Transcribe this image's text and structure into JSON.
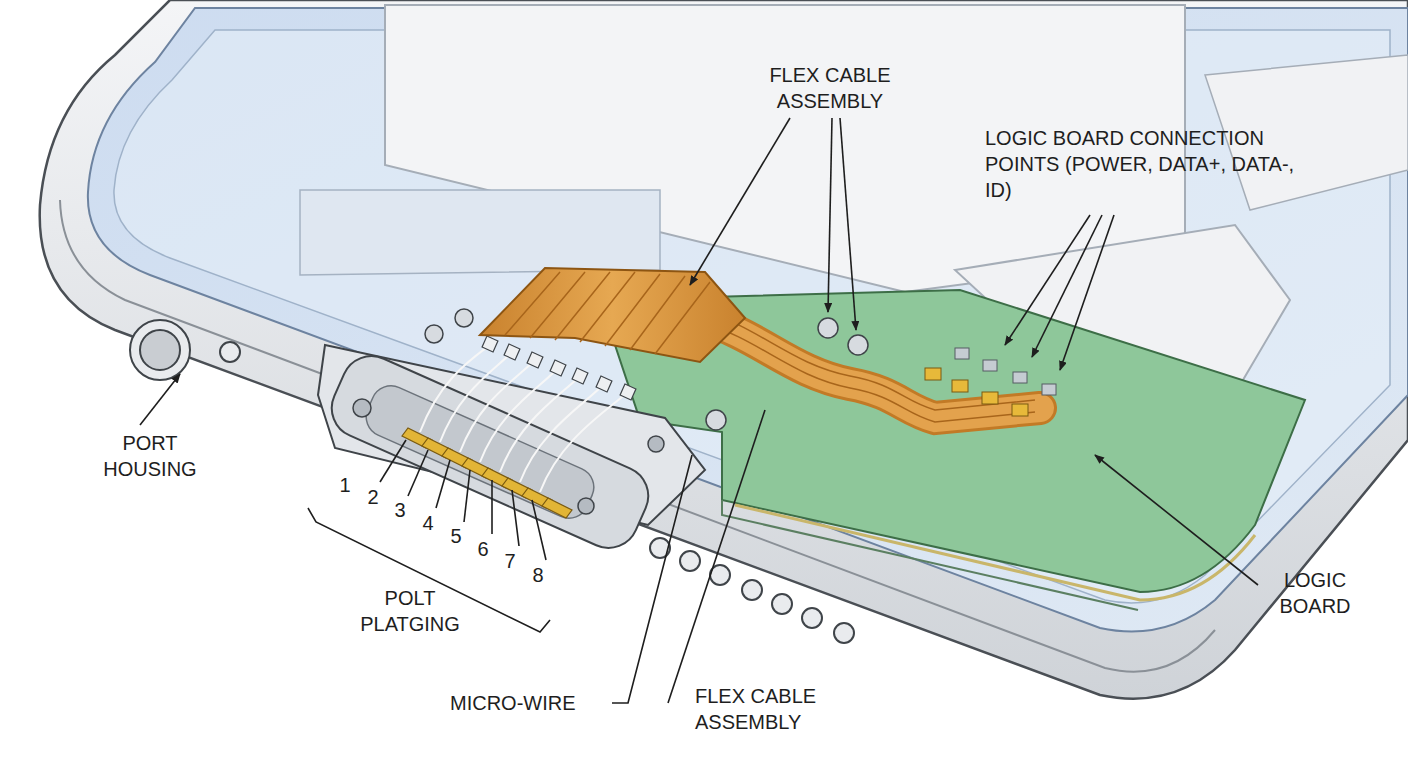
{
  "diagram": {
    "labels": [
      "FLEX CABLE ASSEMBLY",
      "LOGIC BOARD CONNECTION POINTS (POWER, DATA+, DATA-, ID)",
      "PORT HOUSING",
      "1",
      "2",
      "3",
      "4",
      "5",
      "6",
      "7",
      "8",
      "POLT PLATGING",
      "MICRO-WIRE",
      "FLEX CABLE ASSEMBLY",
      "LOGIC BOARD"
    ]
  }
}
